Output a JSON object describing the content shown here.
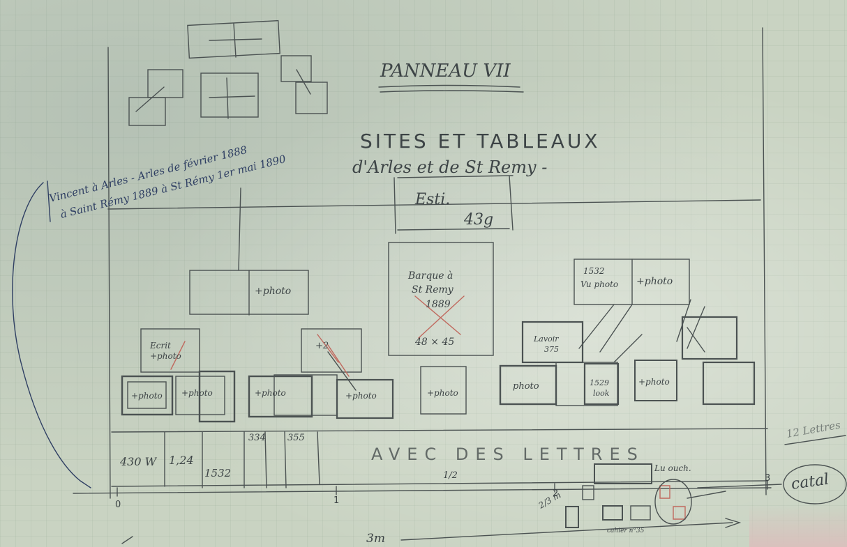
{
  "title": "PANNEAU VII",
  "subtitle_line1": "SITES ET TABLEAUX",
  "subtitle_line2": "d'Arles et de St Remy -",
  "margin_note_line1": "Vincent à Arles - Arles de février 1888",
  "margin_note_line2": "à Saint Rémy 1889 à St Rémy 1er mai 1890",
  "estimate_label": "Esti.",
  "estimate_value": "43g",
  "box_center_line1": "Barque à",
  "box_center_line2": "St Remy",
  "box_center_line3": "1889",
  "box_center_size": "48 × 45",
  "box_top_left": "+photo",
  "box_top_right_a_line1": "1532",
  "box_top_right_a_line2": "Vu photo",
  "box_top_right_b": "+photo",
  "box_left_top_line1": "Ecrit",
  "box_left_top_line2": "+photo",
  "box_mid_top": "+2",
  "box_right_top_line1": "Lavoir",
  "box_right_top_line2": "375",
  "row_photo_1": "+photo",
  "row_photo_2": "+photo",
  "row_photo_3": "+photo",
  "row_photo_4": "+photo",
  "row_photo_5": "+photo",
  "row_photo_6": "photo",
  "row_photo_7_line1": "1529",
  "row_photo_7_line2": "look",
  "row_photo_8": "+photo",
  "bottom_cells": [
    "430 W",
    "1,24",
    "1532",
    "334",
    "355"
  ],
  "bottom_text": "AVEC DES LETTRES",
  "scale_labels": [
    "0",
    "1",
    "2",
    "3"
  ],
  "fraction_label": "1/2",
  "mini_label": "Lu ouch.",
  "mini_caption": "cahier n°35",
  "mini_side": "2/3 m",
  "right_note_top": "12 Lettres",
  "right_note_circle": "catal",
  "length_label": "3m"
}
